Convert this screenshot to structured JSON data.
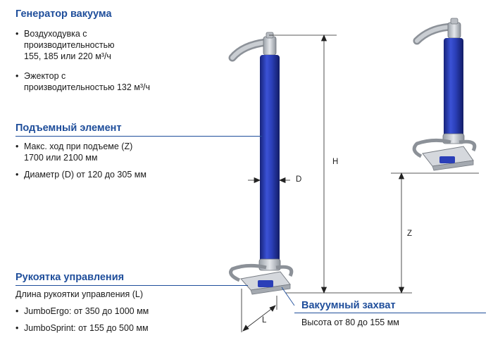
{
  "sections": {
    "vacuum_generator": {
      "heading": "Генератор вакуума",
      "items": [
        [
          "Воздуходувка с",
          "производительностью",
          "155, 185 или 220 м³/ч"
        ],
        [
          "Эжектор с",
          "производительностью 132 м³/ч"
        ]
      ]
    },
    "lifting_element": {
      "heading": "Подъемный элемент",
      "items": [
        [
          "Макс. ход при подъеме (Z)",
          "1700 или 2100 мм"
        ],
        [
          "Диаметр (D) от 120 до 305 мм"
        ]
      ]
    },
    "control_handle": {
      "heading": "Рукоятка управления",
      "subtitle": "Длина рукоятки управления (L)",
      "items": [
        [
          "JumboErgo: от 350 до 1000 мм"
        ],
        [
          "JumboSprint: от 155 до 500 мм"
        ]
      ]
    },
    "vacuum_gripper": {
      "heading": "Вакуумный захват",
      "subtitle": "Высота от 80 до 155 мм"
    }
  },
  "dimensions": {
    "H": "H",
    "D": "D",
    "Z": "Z",
    "L": "L"
  },
  "colors": {
    "heading": "#1f4e9b",
    "tube": "#2b3fb8",
    "tube_dark": "#16237a",
    "metal": "#c8ccd2"
  }
}
